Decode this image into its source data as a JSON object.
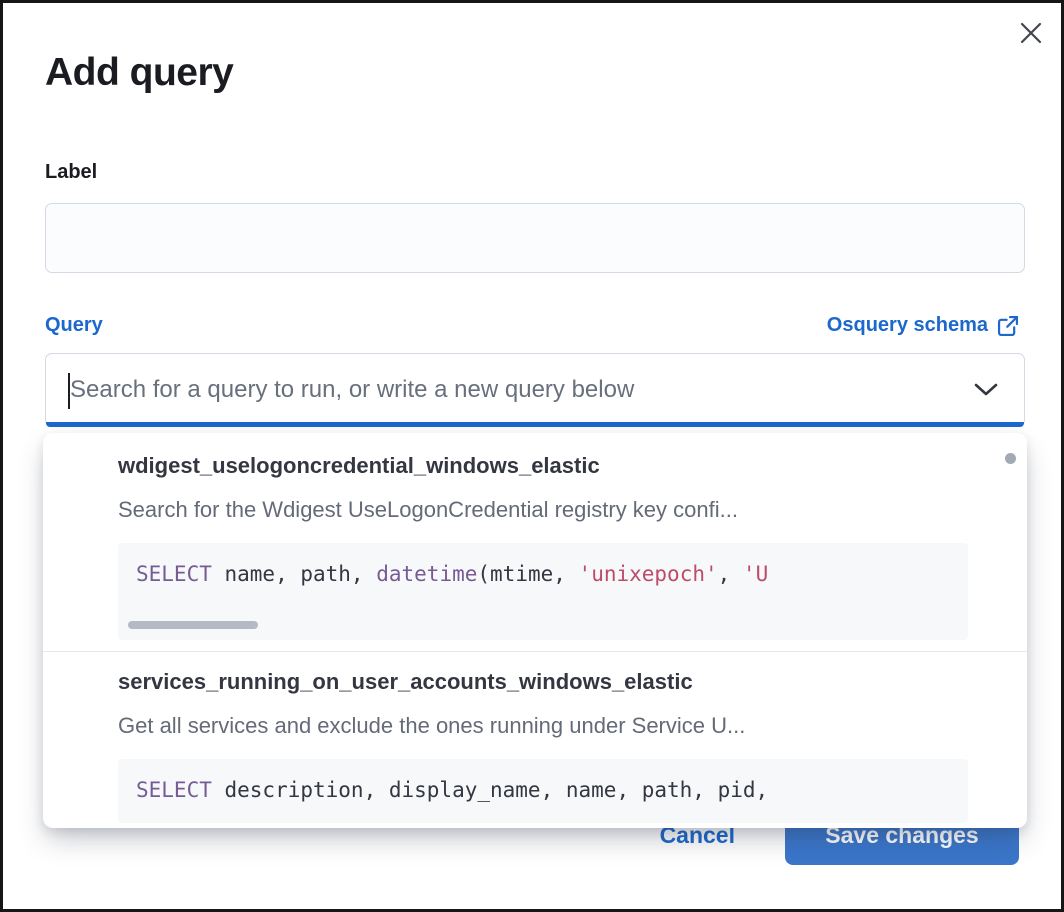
{
  "modal": {
    "title": "Add query"
  },
  "label_field": {
    "label": "Label",
    "value": ""
  },
  "query_field": {
    "label": "Query",
    "schema_link_label": "Osquery schema",
    "placeholder": "Search for a query to run, or write a new query below",
    "value": ""
  },
  "dropdown": {
    "options": [
      {
        "id": "wdigest_uselogoncredential_windows_elastic",
        "description": "Search for the Wdigest UseLogonCredential registry key confi...",
        "code": [
          {
            "text": "SELECT",
            "type": "keyword"
          },
          {
            "text": " name, path, ",
            "type": "plain"
          },
          {
            "text": "datetime",
            "type": "keyword"
          },
          {
            "text": "(mtime, ",
            "type": "plain"
          },
          {
            "text": "'unixepoch'",
            "type": "string"
          },
          {
            "text": ", ",
            "type": "plain"
          },
          {
            "text": "'U",
            "type": "string"
          }
        ]
      },
      {
        "id": "services_running_on_user_accounts_windows_elastic",
        "description": "Get all services and exclude the ones running under Service U...",
        "code": [
          {
            "text": "SELECT",
            "type": "keyword"
          },
          {
            "text": " description, display_name, name, path, pid,",
            "type": "plain"
          }
        ]
      }
    ]
  },
  "footer": {
    "cancel_label": "Cancel",
    "save_label": "Save changes"
  },
  "colors": {
    "primary": "#1c68cd",
    "button_fill": "#3b76ca",
    "keyword": "#765b96",
    "string": "#bd4c68",
    "code_bg": "#f6f8fa",
    "text_dark": "#1a1c21",
    "text_muted": "#646a77"
  }
}
